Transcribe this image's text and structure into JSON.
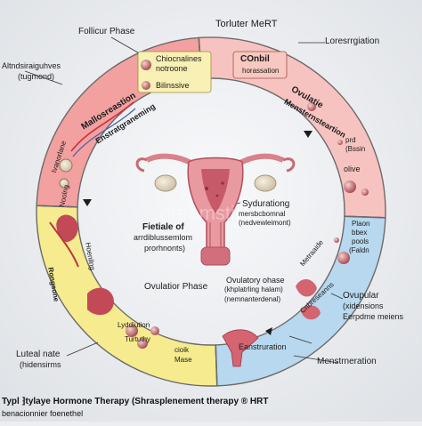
{
  "colors": {
    "background": "#eceef1",
    "yellow_segment": "#f6eb8e",
    "red_segment": "#f2a0a0",
    "blue_segment": "#b7d8ee",
    "pink_segment": "#f7c3c0",
    "ring_outline": "#6d6a6a",
    "uterus": "#e89aa0",
    "uterus_dark": "#c75a68",
    "ovary": "#e7dccb"
  },
  "labels": {
    "top_left_phase": "Follicur Phase",
    "top_right_title": "Torluter MeRT",
    "top_right_outer": "Loresrrgiation",
    "left_outer_1": "Altndsiraiguhves",
    "left_outer_2": "(tugmond)",
    "yellow_box_1": "Chiocnalines",
    "yellow_box_2": "notroone",
    "yellow_box_3": "Bilinssive",
    "yellow_text_1": "Mallosreastion",
    "yellow_text_2": "Enstratgraneming",
    "yellow_text_3": "Ivanorlane",
    "yellow_text_4": "Noolng",
    "red_text_1": "COnbil",
    "red_text_2": "horassation",
    "red_text_3": "Ovulatie",
    "red_text_4": "Mensternsteartion",
    "red_text_5": "prd",
    "red_text_6": "(Bssin",
    "red_text_7": "olive",
    "center_left_1": "Fietiale of",
    "center_left_2": "arrdiblussemlom",
    "center_left_3": "prorhnonts)",
    "center_right_1": "Sydurationg",
    "center_right_2": "mersbcbomnal",
    "center_right_3": "(nedvewleimont)",
    "ovulation_phase": "Ovulatior Phase",
    "ovulatory_1": "Ovulatory ohase",
    "ovulatory_2": "(khplatrling halam)",
    "ovulatory_3": "(nemnanterdenal)",
    "right_1": "Plaon",
    "right_2": "bbex",
    "right_3": "pools",
    "right_4": "(Faldn",
    "right_outer_1": "Ovupular",
    "right_outer_2": "(xidensions",
    "right_outer_3": "Eerpdme meiens",
    "blue_text_1": "Rongsone",
    "blue_text_2": "Hoenilng",
    "bottom_left_1": "Lyddiution",
    "bottom_left_2": "Turtuthy",
    "bottom_left_3": "cioik",
    "bottom_left_4": "Mase",
    "bottom_left_outer_1": "Luteal nate",
    "bottom_left_outer_2": "(hidensirms",
    "bottom_right_text": "Eanstruration",
    "bottom_right_outer": "Menstrneration",
    "pink_text_1": "Metraaide",
    "pink_text_2": "Cnbreseanns",
    "watermark": "dreamstime",
    "footer_1": "Typl ⁆tylaye Hormone Therapy (Shrasplenement therapy ® HRT",
    "footer_2": "benacionnier foenethel"
  }
}
